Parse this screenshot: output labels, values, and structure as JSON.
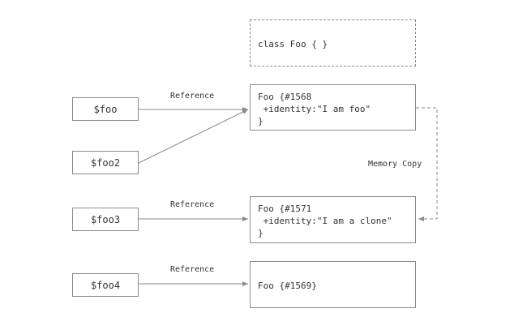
{
  "class_box": {
    "text": "class Foo { }"
  },
  "variables": [
    {
      "label": "$foo"
    },
    {
      "label": "$foo2"
    },
    {
      "label": "$foo3"
    },
    {
      "label": "$foo4"
    }
  ],
  "objects": [
    {
      "line1": "Foo {#1568",
      "line2": " +identity:\"I am foo\"",
      "line3": "}"
    },
    {
      "line1": "Foo {#1571",
      "line2": " +identity:\"I am a clone\"",
      "line3": "}"
    },
    {
      "line1": "Foo {#1569}"
    }
  ],
  "edge_labels": {
    "reference_1": "Reference",
    "reference_2": "Reference",
    "reference_3": "Reference",
    "memory_copy": "Memory Copy"
  }
}
